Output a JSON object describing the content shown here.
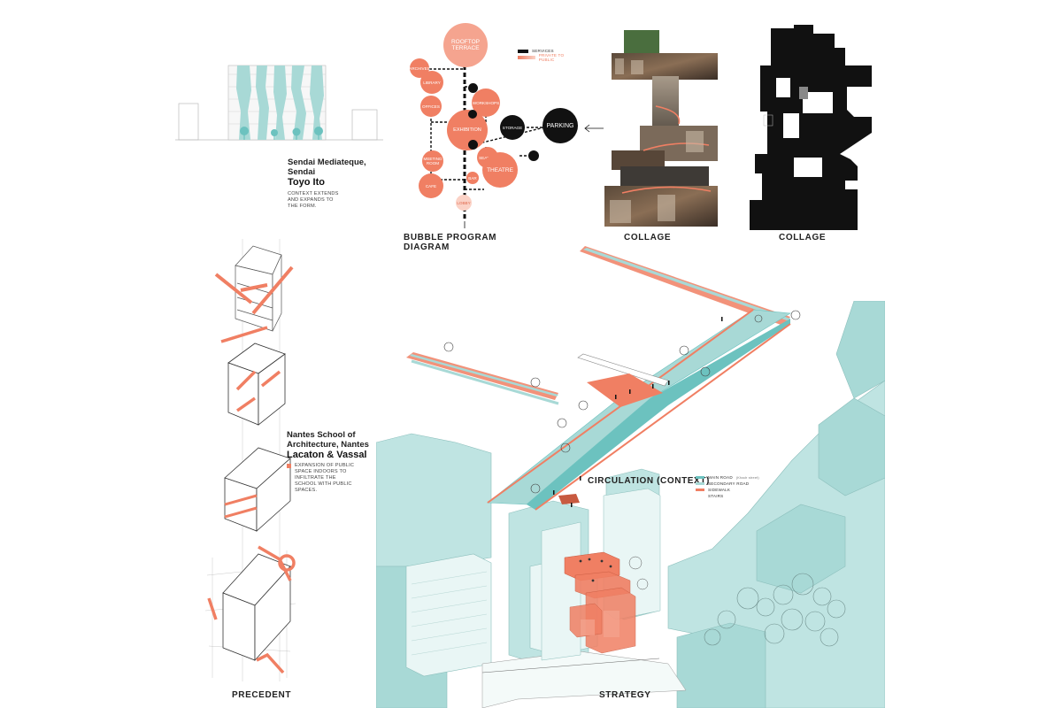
{
  "colors": {
    "coral": "#f07f63",
    "coral_light": "#f5a48f",
    "coral_pale": "#fbd2c6",
    "teal": "#a8d9d6",
    "teal_dark": "#6cc2bf",
    "teal_city": "#bfe4e2",
    "black": "#111111"
  },
  "sendai": {
    "title_line1": "Sendai Mediateque,",
    "title_line2": "Sendai",
    "author": "Toyo Ito",
    "desc_line1": "CONTEXT EXTENDS",
    "desc_line2": "AND EXPANDS TO",
    "desc_line3": "THE FORM."
  },
  "bubble_diagram": {
    "caption": "BUBBLE PROGRAM DIAGRAM",
    "legend": {
      "services": "SERVICES",
      "private_public": "PRIVATE TO PUBLIC"
    },
    "bubbles": {
      "rooftop_line1": "ROOFTOP",
      "rooftop_line2": "TERRACE",
      "archives": "ARCHIVES",
      "library": "LIBRARY",
      "offices": "OFFICES",
      "workshops": "WORKSHOPS",
      "exhibition": "EXHIBITION",
      "storage": "STORAGE",
      "parking": "PARKING",
      "meeting_line1": "MEETING",
      "meeting_line2": "ROOM",
      "seating": "SEATING",
      "theatre": "THEATRE",
      "cafe": "CAFE",
      "bar": "BAR",
      "lobby": "LOBBY"
    }
  },
  "collage1": {
    "caption": "COLLAGE"
  },
  "collage2": {
    "caption": "COLLAGE"
  },
  "nantes": {
    "title_line1": "Nantes School of",
    "title_line2": "Architecture, Nantes",
    "author": "Lacaton & Vassal",
    "desc_line1": "EXPANSION OF PUBLIC",
    "desc_line2": "SPACE INDOORS TO",
    "desc_line3": "INFILTRATE THE",
    "desc_line4": "SCHOOL WITH PUBLIC",
    "desc_line5": "SPACES."
  },
  "precedent": {
    "caption": "PRECEDENT"
  },
  "circulation": {
    "caption": "CIRCULATION (CONTEXT)",
    "legend": {
      "main_road": "MAIN ROAD",
      "main_road_sub": "(Khadr street)",
      "secondary_road": "SECONDARY ROAD",
      "sidewalk": "SIDEWALK",
      "stairs": "STAIRS"
    }
  },
  "strategy": {
    "caption": "STRATEGY"
  }
}
